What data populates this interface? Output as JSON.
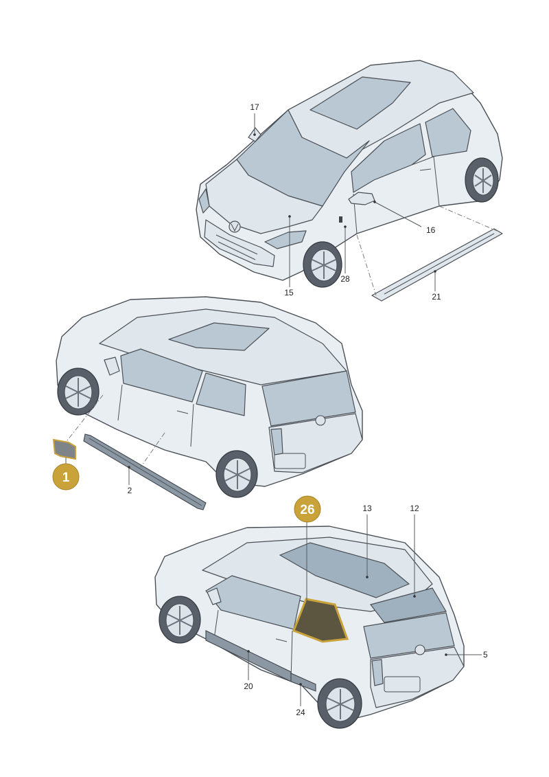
{
  "callouts": {
    "c17": "17",
    "c16": "16",
    "c28": "28",
    "c15": "15",
    "c21": "21",
    "c2": "2",
    "c13": "13",
    "c12": "12",
    "c5": "5",
    "c20": "20",
    "c24": "24"
  },
  "highlighted": {
    "b1": "1",
    "b26": "26"
  },
  "colors": {
    "highlight": "#c9a33a",
    "body": "#e9eef3",
    "glass": "#b9c8d3"
  }
}
